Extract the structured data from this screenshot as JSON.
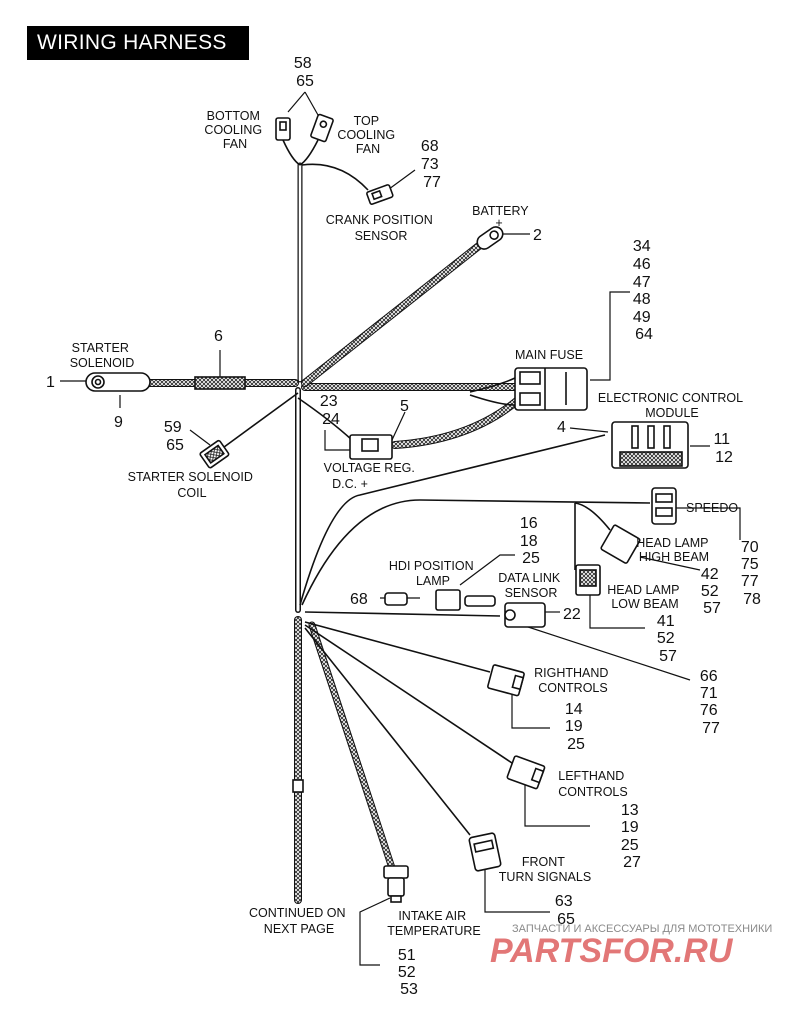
{
  "title": "WIRING HARNESS",
  "labels": {
    "bottom_cooling_fan": [
      "BOTTOM",
      "COOLING",
      "FAN"
    ],
    "top_cooling_fan": [
      "TOP",
      "COOLING",
      "FAN"
    ],
    "crank_position_sensor": [
      "CRANK POSITION",
      "SENSOR"
    ],
    "battery": [
      "BATTERY",
      "+"
    ],
    "main_fuse": "MAIN FUSE",
    "ecm": [
      "ELECTRONIC CONTROL",
      "MODULE"
    ],
    "starter_solenoid": [
      "STARTER",
      "SOLENOID"
    ],
    "starter_solenoid_coil": [
      "STARTER SOLENOID",
      "COIL"
    ],
    "voltage_reg": [
      "VOLTAGE REG.",
      "D.C. +"
    ],
    "speedo": "SPEEDO",
    "head_lamp_high": [
      "HEAD LAMP",
      "HIGH BEAM"
    ],
    "head_lamp_low": [
      "HEAD LAMP",
      "LOW BEAM"
    ],
    "hdi_lamp": [
      "HDI POSITION",
      "LAMP"
    ],
    "data_link": [
      "DATA LINK",
      "SENSOR"
    ],
    "righthand_controls": [
      "RIGHTHAND",
      "CONTROLS"
    ],
    "lefthand_controls": [
      "LEFTHAND",
      "CONTROLS"
    ],
    "front_turn_signals": [
      "FRONT",
      "TURN SIGNALS"
    ],
    "intake_air_temp": [
      "INTAKE AIR",
      "TEMPERATURE"
    ],
    "continued": [
      "CONTINUED ON",
      "NEXT PAGE"
    ]
  },
  "callouts": {
    "fans": [
      "58",
      "65"
    ],
    "crank": [
      "68",
      "73",
      "77"
    ],
    "battery": [
      "2"
    ],
    "main_fuse": [
      "34",
      "46",
      "47",
      "48",
      "49",
      "64"
    ],
    "solenoid_left": [
      "1"
    ],
    "solenoid_bottom": [
      "9"
    ],
    "harness_top": [
      "6"
    ],
    "coil": [
      "59",
      "65"
    ],
    "vreg_left": [
      "23",
      "24"
    ],
    "vreg_right": [
      "5"
    ],
    "ecm_left": [
      "4"
    ],
    "ecm_right": [
      "11",
      "12"
    ],
    "speedo": [
      "70",
      "75",
      "77",
      "78"
    ],
    "hdi_top": [
      "16",
      "18",
      "25"
    ],
    "hdi_left": [
      "68"
    ],
    "data_link": [
      "22"
    ],
    "high_beam": [
      "42",
      "52",
      "57"
    ],
    "low_beam": [
      "41",
      "52",
      "57"
    ],
    "data_link_bottom": [
      "66",
      "71",
      "76",
      "77"
    ],
    "righthand": [
      "14",
      "19",
      "25"
    ],
    "lefthand": [
      "13",
      "19",
      "25",
      "27"
    ],
    "turn": [
      "63",
      "65"
    ],
    "intake": [
      "51",
      "52",
      "53"
    ]
  },
  "watermark": {
    "line1": "ЗАПЧАСТИ И АКСЕССУАРЫ ДЛЯ МОТОТЕХНИКИ",
    "line2": "PARTSFOR.RU"
  },
  "colors": {
    "ink": "#111111",
    "title_bg": "#000000",
    "watermark_red": "#d94a4a"
  }
}
